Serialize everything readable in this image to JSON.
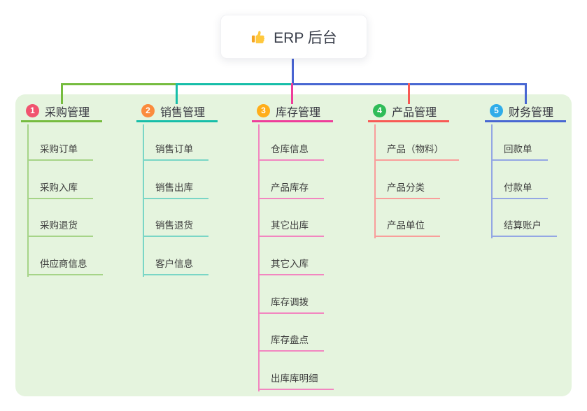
{
  "root": {
    "title": "ERP 后台",
    "icon": "thumbs-up",
    "connector_color": "#4964D2"
  },
  "panel_color": "#E5F4DE",
  "branches": [
    {
      "badge": "1",
      "title": "采购管理",
      "badge_color": "#F1536F",
      "line_color": "#76BC3F",
      "child_line_color": "#A6D488",
      "children": [
        "采购订单",
        "采购入库",
        "采购退货",
        "供应商信息"
      ]
    },
    {
      "badge": "2",
      "title": "销售管理",
      "badge_color": "#FB8B3D",
      "line_color": "#17BEA9",
      "child_line_color": "#7AD6C6",
      "children": [
        "销售订单",
        "销售出库",
        "销售退货",
        "客户信息"
      ]
    },
    {
      "badge": "3",
      "title": "库存管理",
      "badge_color": "#FFAD1A",
      "line_color": "#EE3D9A",
      "child_line_color": "#F286C0",
      "children": [
        "仓库信息",
        "产品库存",
        "其它出库",
        "其它入库",
        "库存调拨",
        "库存盘点",
        "出库库明细"
      ]
    },
    {
      "badge": "4",
      "title": "产品管理",
      "badge_color": "#2FBC58",
      "line_color": "#F85A55",
      "child_line_color": "#F99E9B",
      "children": [
        "产品（物料）",
        "产品分类",
        "产品单位"
      ]
    },
    {
      "badge": "5",
      "title": "财务管理",
      "badge_color": "#2FACE9",
      "line_color": "#4867D2",
      "child_line_color": "#94A7E4",
      "children": [
        "回款单",
        "付款单",
        "结算账户"
      ]
    }
  ]
}
